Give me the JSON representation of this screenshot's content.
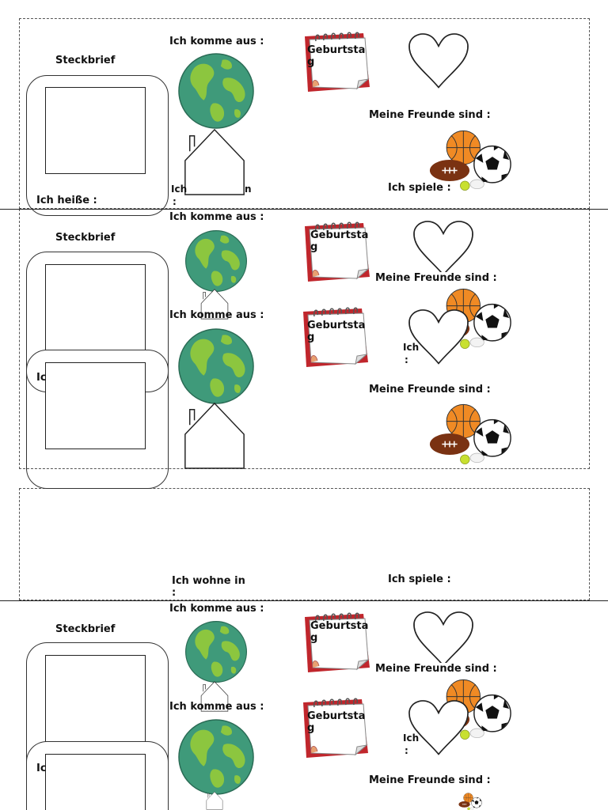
{
  "labels": {
    "steckbrief": "Steckbrief",
    "ich_heisse": "Ich heiße :",
    "ich_komme_aus": "Ich komme aus :",
    "ich_wohne_in": "Ich wohne in :",
    "geburtstag": "Geburtstag",
    "meine_freunde": "Meine Freunde sind :",
    "ich_spiele": "Ich spiele :",
    "ich_fragment": "Ich",
    "colon_fragment": ":",
    "n_fragment": "n",
    "ic_fragment": "Ic"
  },
  "colors": {
    "calendar_red": "#c0262c",
    "ocean": "#3f9a7a",
    "land": "#8cc63f",
    "basketball": "#f08a24",
    "football": "#7a3212",
    "tennis": "#c8e030"
  },
  "icons": [
    "globe-icon",
    "house-outline-icon",
    "calendar-icon",
    "heart-outline-icon",
    "sports-balls-icon",
    "photo-frame"
  ]
}
